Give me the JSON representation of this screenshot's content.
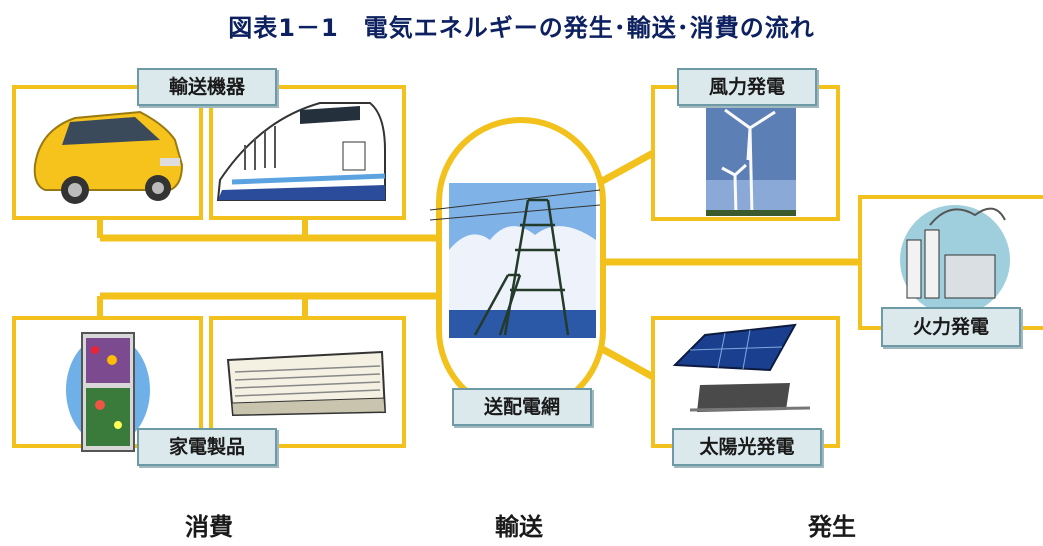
{
  "title": "図表1－1　電気エネルギーの発生･輸送･消費の流れ",
  "labels": {
    "transport_equipment": "輸送機器",
    "home_appliances": "家電製品",
    "grid": "送配電網",
    "wind": "風力発電",
    "thermal": "火力発電",
    "solar": "太陽光発電"
  },
  "sections": {
    "consume": "消費",
    "transport": "輸送",
    "generate": "発生"
  },
  "colors": {
    "frame": "#f3c11b",
    "frame_dark": "#d9a500",
    "label_bg": "#dbe9ec",
    "label_border": "#6e9aa5",
    "title": "#0d2060"
  }
}
